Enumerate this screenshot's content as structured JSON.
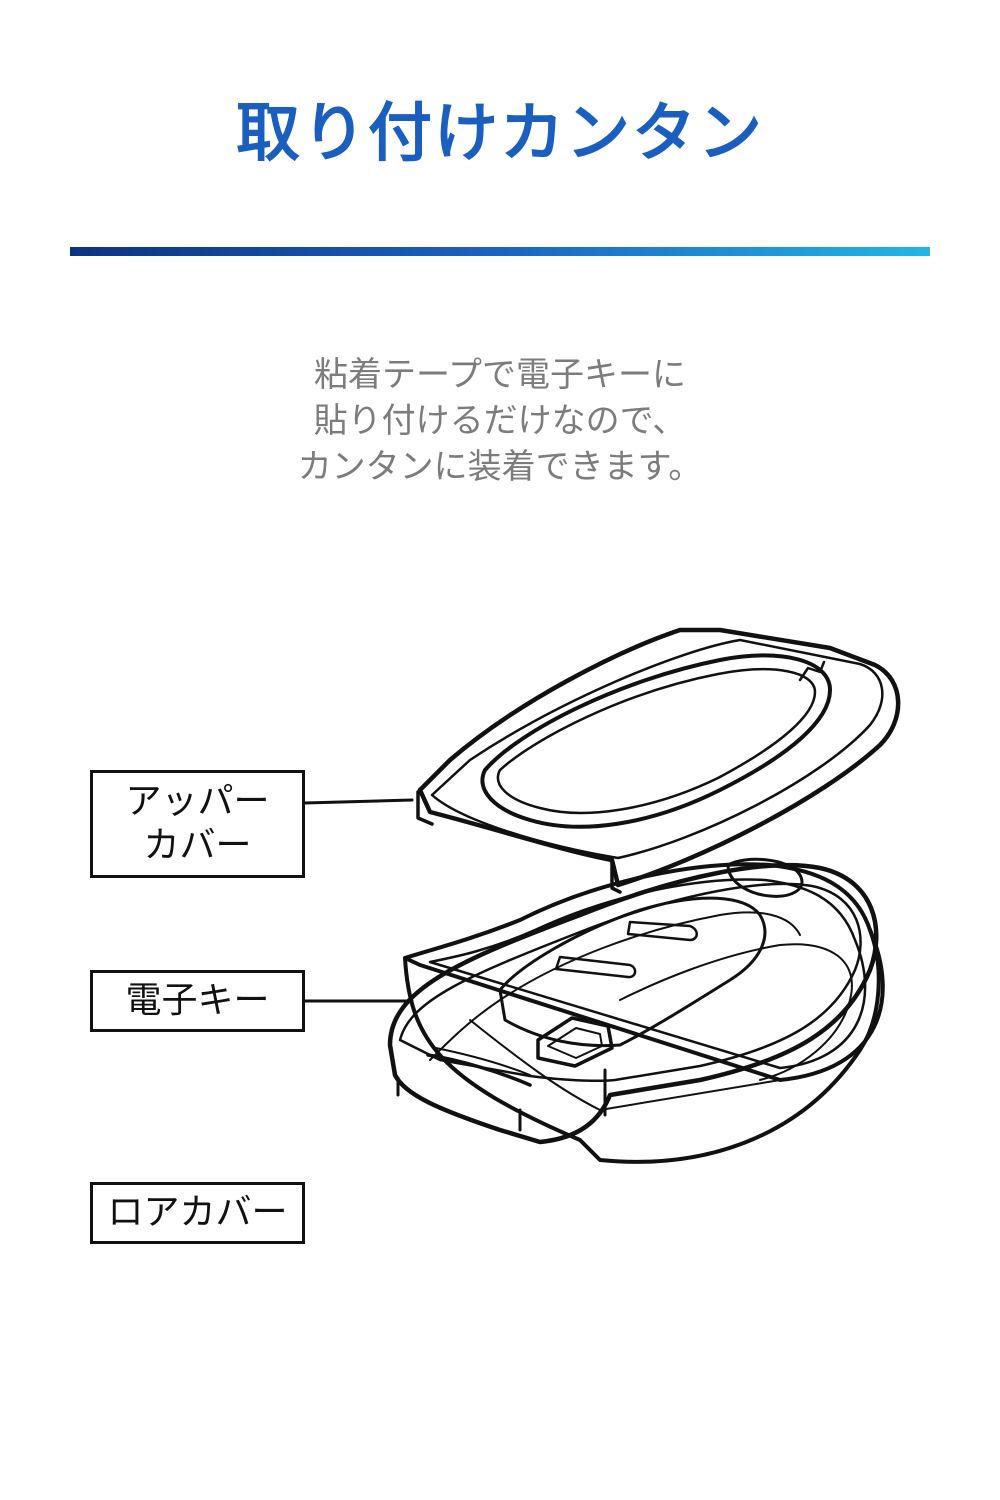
{
  "title": "取り付けカンタン",
  "description": [
    "粘着テープで電子キーに",
    "貼り付けるだけなので、",
    "カンタンに装着できます。"
  ],
  "labels": {
    "upper_cover": [
      "アッパー",
      "カバー"
    ],
    "key": "電子キー",
    "lower_cover": "ロアカバー"
  },
  "colors": {
    "title": "#1a5fc0",
    "divider_start": "#0b3480",
    "divider_end": "#22b6e3",
    "text_gray": "#7c7c7c",
    "line": "#111111"
  }
}
